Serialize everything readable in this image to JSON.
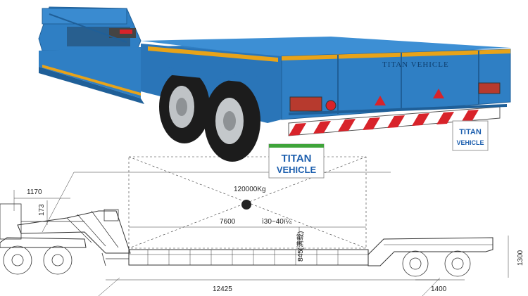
{
  "photo": {
    "rear_text": "TITAN VEHICLE",
    "plate_left": {
      "line1": "TITAN",
      "line2": "VEHICLE"
    },
    "plate_right": {
      "line1": "TITAN",
      "line2": "VEHICLE"
    },
    "colors": {
      "body": "#2f7fc4",
      "body_dark": "#1f5f98",
      "stripe_orange": "#e8a319",
      "stripe_red": "#d8232a",
      "tire": "#1c1c1c"
    }
  },
  "drawing": {
    "load": "120000Kg",
    "dim_1170": "1170",
    "dim_173": "173",
    "dim_7600": "7600",
    "dim_angle": "ì30~40ï¼",
    "dim_845": "845(满载)",
    "dim_1300": "1300",
    "dim_12425": "12425",
    "dim_1400": "1400"
  }
}
